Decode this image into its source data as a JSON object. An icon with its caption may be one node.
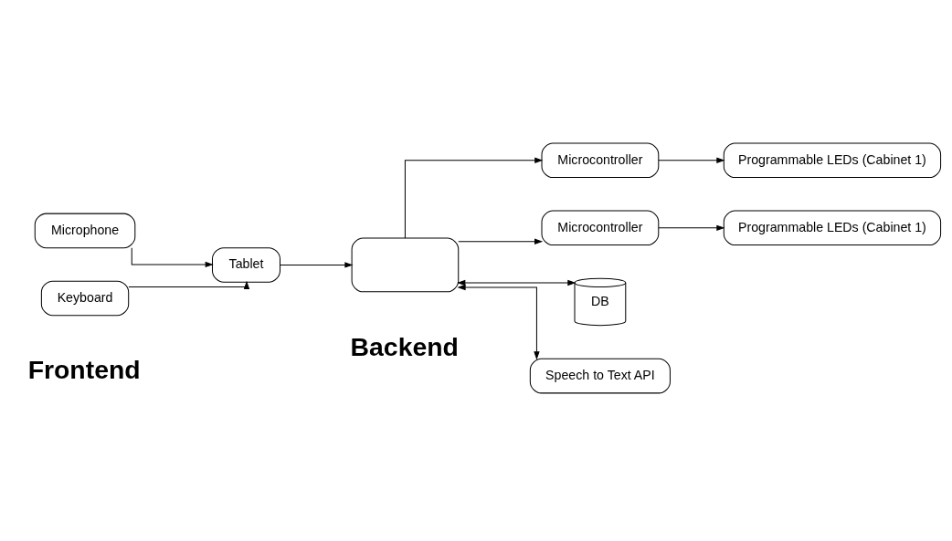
{
  "diagram": {
    "nodes": [
      {
        "text": [
          "Microphone"
        ]
      },
      {
        "text": [
          "Keyboard"
        ]
      },
      {
        "text": [
          "Tablet"
        ]
      },
      {
        "text": [],
        "shape": "box"
      },
      {
        "text": [
          "Microcontroller"
        ]
      },
      {
        "text": [
          "Microcontroller"
        ]
      },
      {
        "text": [
          "Programmable LEDs (Cabinet 1)"
        ]
      },
      {
        "text": [
          "Programmable LEDs (Cabinet 1)"
        ]
      },
      {
        "text": [
          "DB"
        ]
      },
      {
        "text": [
          "Speech to Text API"
        ]
      }
    ],
    "edges": [
      {
        "from": 0,
        "to": 2,
        "arrow": "to"
      },
      {
        "from": 1,
        "to": 2,
        "arrow": "to"
      },
      {
        "from": 2,
        "to": 3,
        "arrow": "to"
      },
      {
        "from": 3,
        "to": 4,
        "arrow": "to"
      },
      {
        "from": 3,
        "to": 5,
        "arrow": "to"
      },
      {
        "from": 4,
        "to": 6,
        "arrow": "to"
      },
      {
        "from": 5,
        "to": 7,
        "arrow": "to"
      },
      {
        "from": 3,
        "to": 8,
        "arrow": "both"
      },
      {
        "from": 3,
        "to": 9,
        "arrow": "both"
      }
    ],
    "labels": [
      "Frontend",
      "Backend"
    ]
  }
}
